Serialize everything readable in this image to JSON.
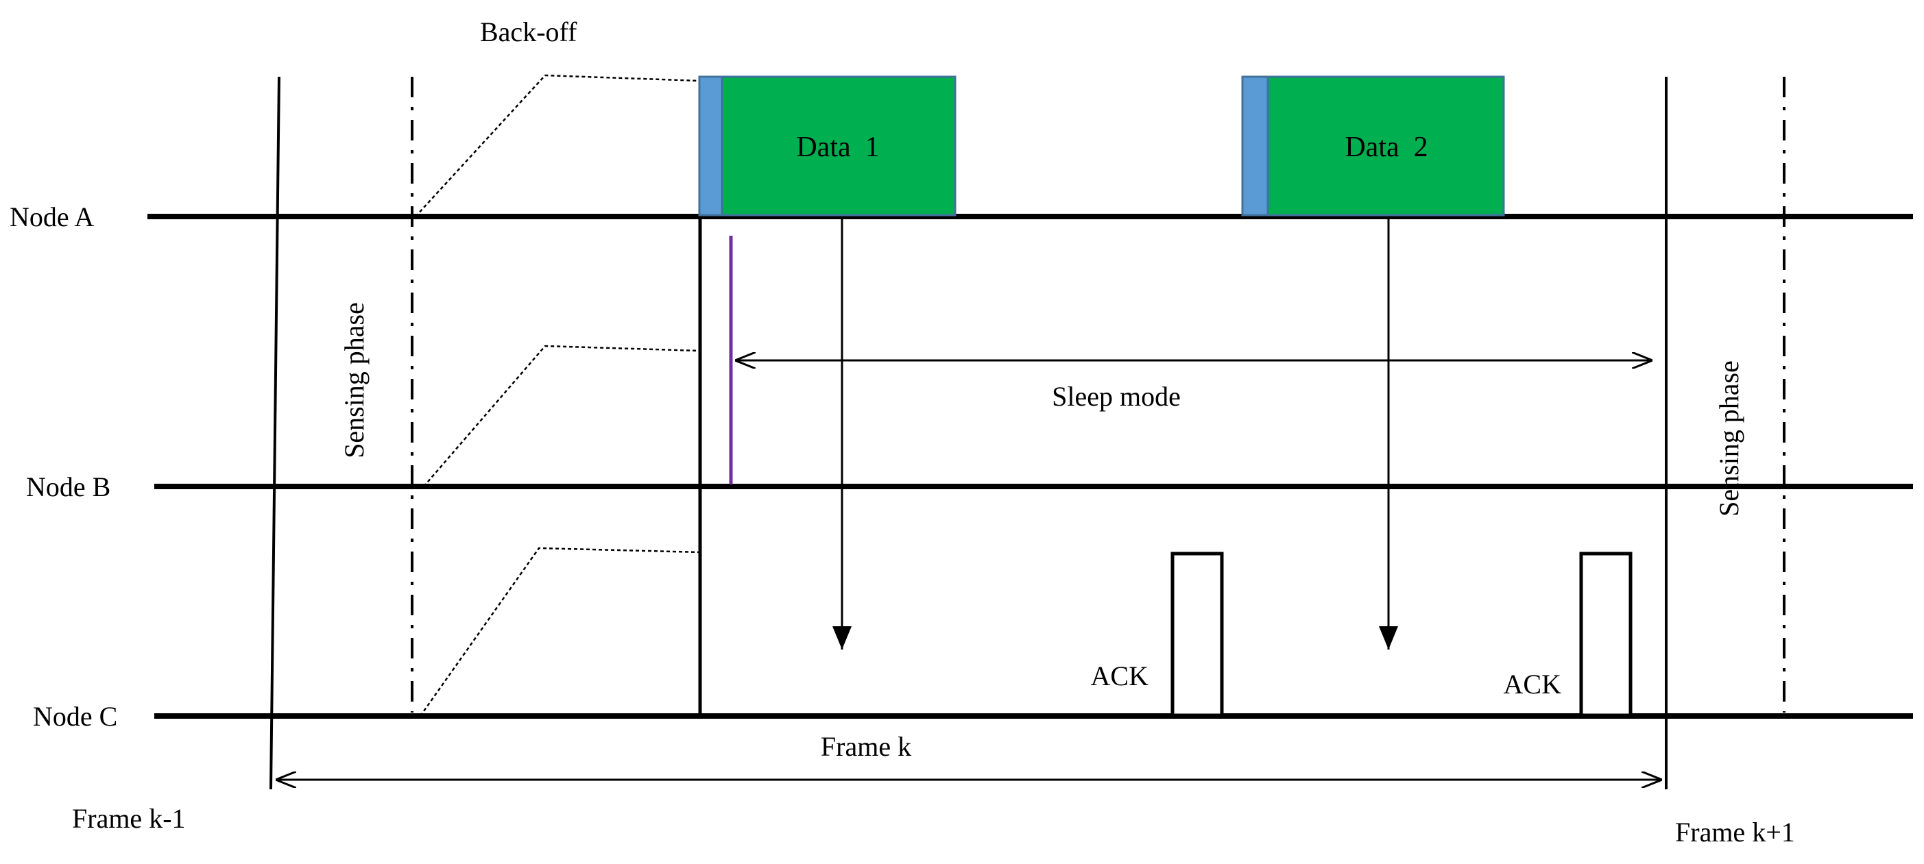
{
  "nodes": {
    "a": "Node A",
    "b": "Node B",
    "c": "Node C"
  },
  "labels": {
    "backoff": "Back-off",
    "sensing_left": "Sensing phase",
    "sensing_right": "Sensing phase",
    "sleep_mode": "Sleep mode",
    "frame_k": "Frame k",
    "frame_k_minus_1": "Frame k-1",
    "frame_k_plus_1": "Frame k+1"
  },
  "packets": {
    "data1": "Data  1",
    "data2": "Data  2",
    "ack1": "ACK",
    "ack2": "ACK"
  },
  "colors": {
    "data_fill": "#00B050",
    "preamble_fill": "#5B9BD5",
    "packet_border": "#41719C",
    "sleep_marker": "#7030A0",
    "line": "#000000"
  }
}
